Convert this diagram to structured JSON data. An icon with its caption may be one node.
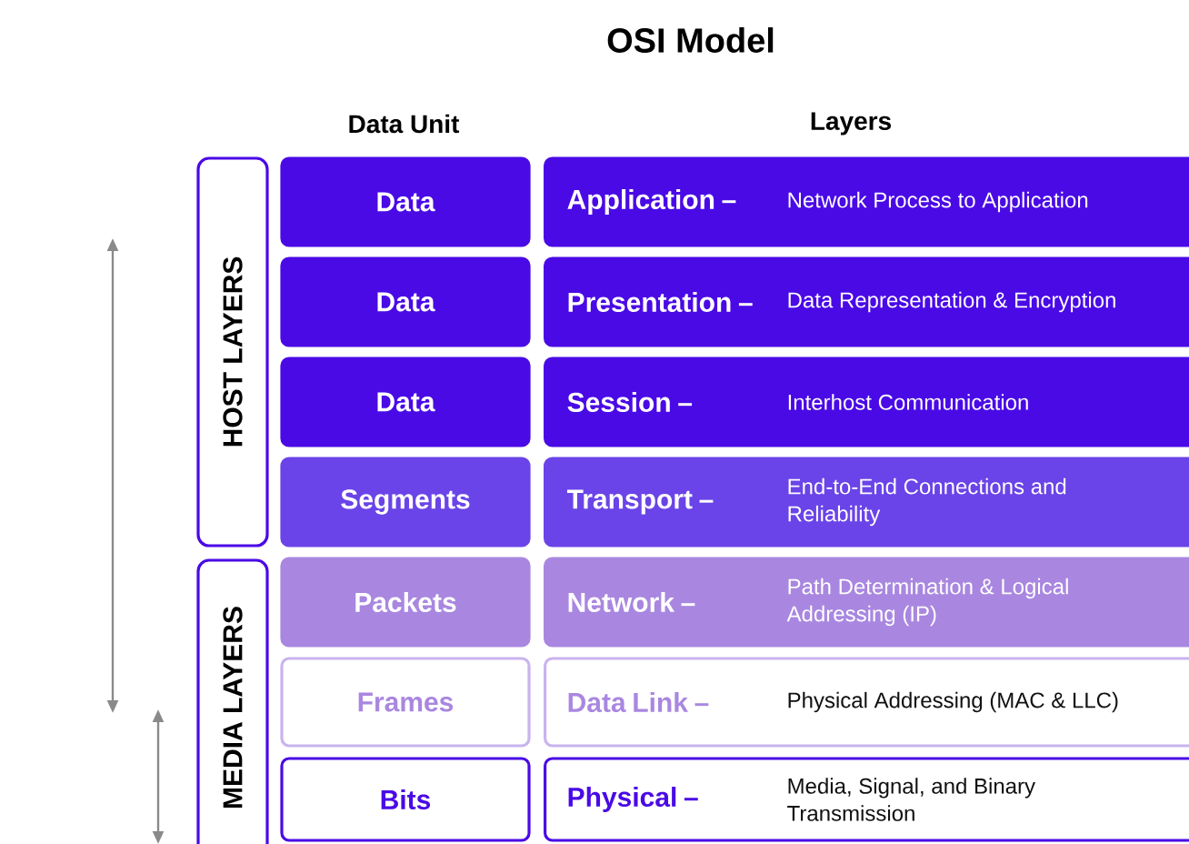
{
  "diagram": {
    "title": "OSI Model",
    "nodes": [
      {
        "text": [
          "HOST LAYERS"
        ]
      },
      {
        "text": [
          "MEDIA LAYERS"
        ]
      },
      {
        "text": [
          "Data"
        ]
      },
      {
        "text": [
          "Application –",
          "Network Process to Application"
        ]
      },
      {
        "text": [
          "Data"
        ]
      },
      {
        "text": [
          "Presentation –",
          "Data Representation & Encryption"
        ]
      },
      {
        "text": [
          "Data"
        ]
      },
      {
        "text": [
          "Session –",
          "Interhost Communication"
        ]
      },
      {
        "text": [
          "Segments"
        ]
      },
      {
        "text": [
          "Transport –",
          "End-to-End Connections and Reliability"
        ]
      },
      {
        "text": [
          "Packets"
        ]
      },
      {
        "text": [
          "Network –",
          "Path Determination & Logical Addressing (IP)"
        ]
      },
      {
        "text": [
          "Frames"
        ]
      },
      {
        "text": [
          "Data Link –",
          "Physical Addressing (MAC & LLC)"
        ]
      },
      {
        "text": [
          "Bits"
        ]
      },
      {
        "text": [
          "Physical –",
          "Media, Signal, and Binary Transmission"
        ]
      }
    ],
    "labels": [
      "Data Unit",
      "Layers"
    ]
  }
}
